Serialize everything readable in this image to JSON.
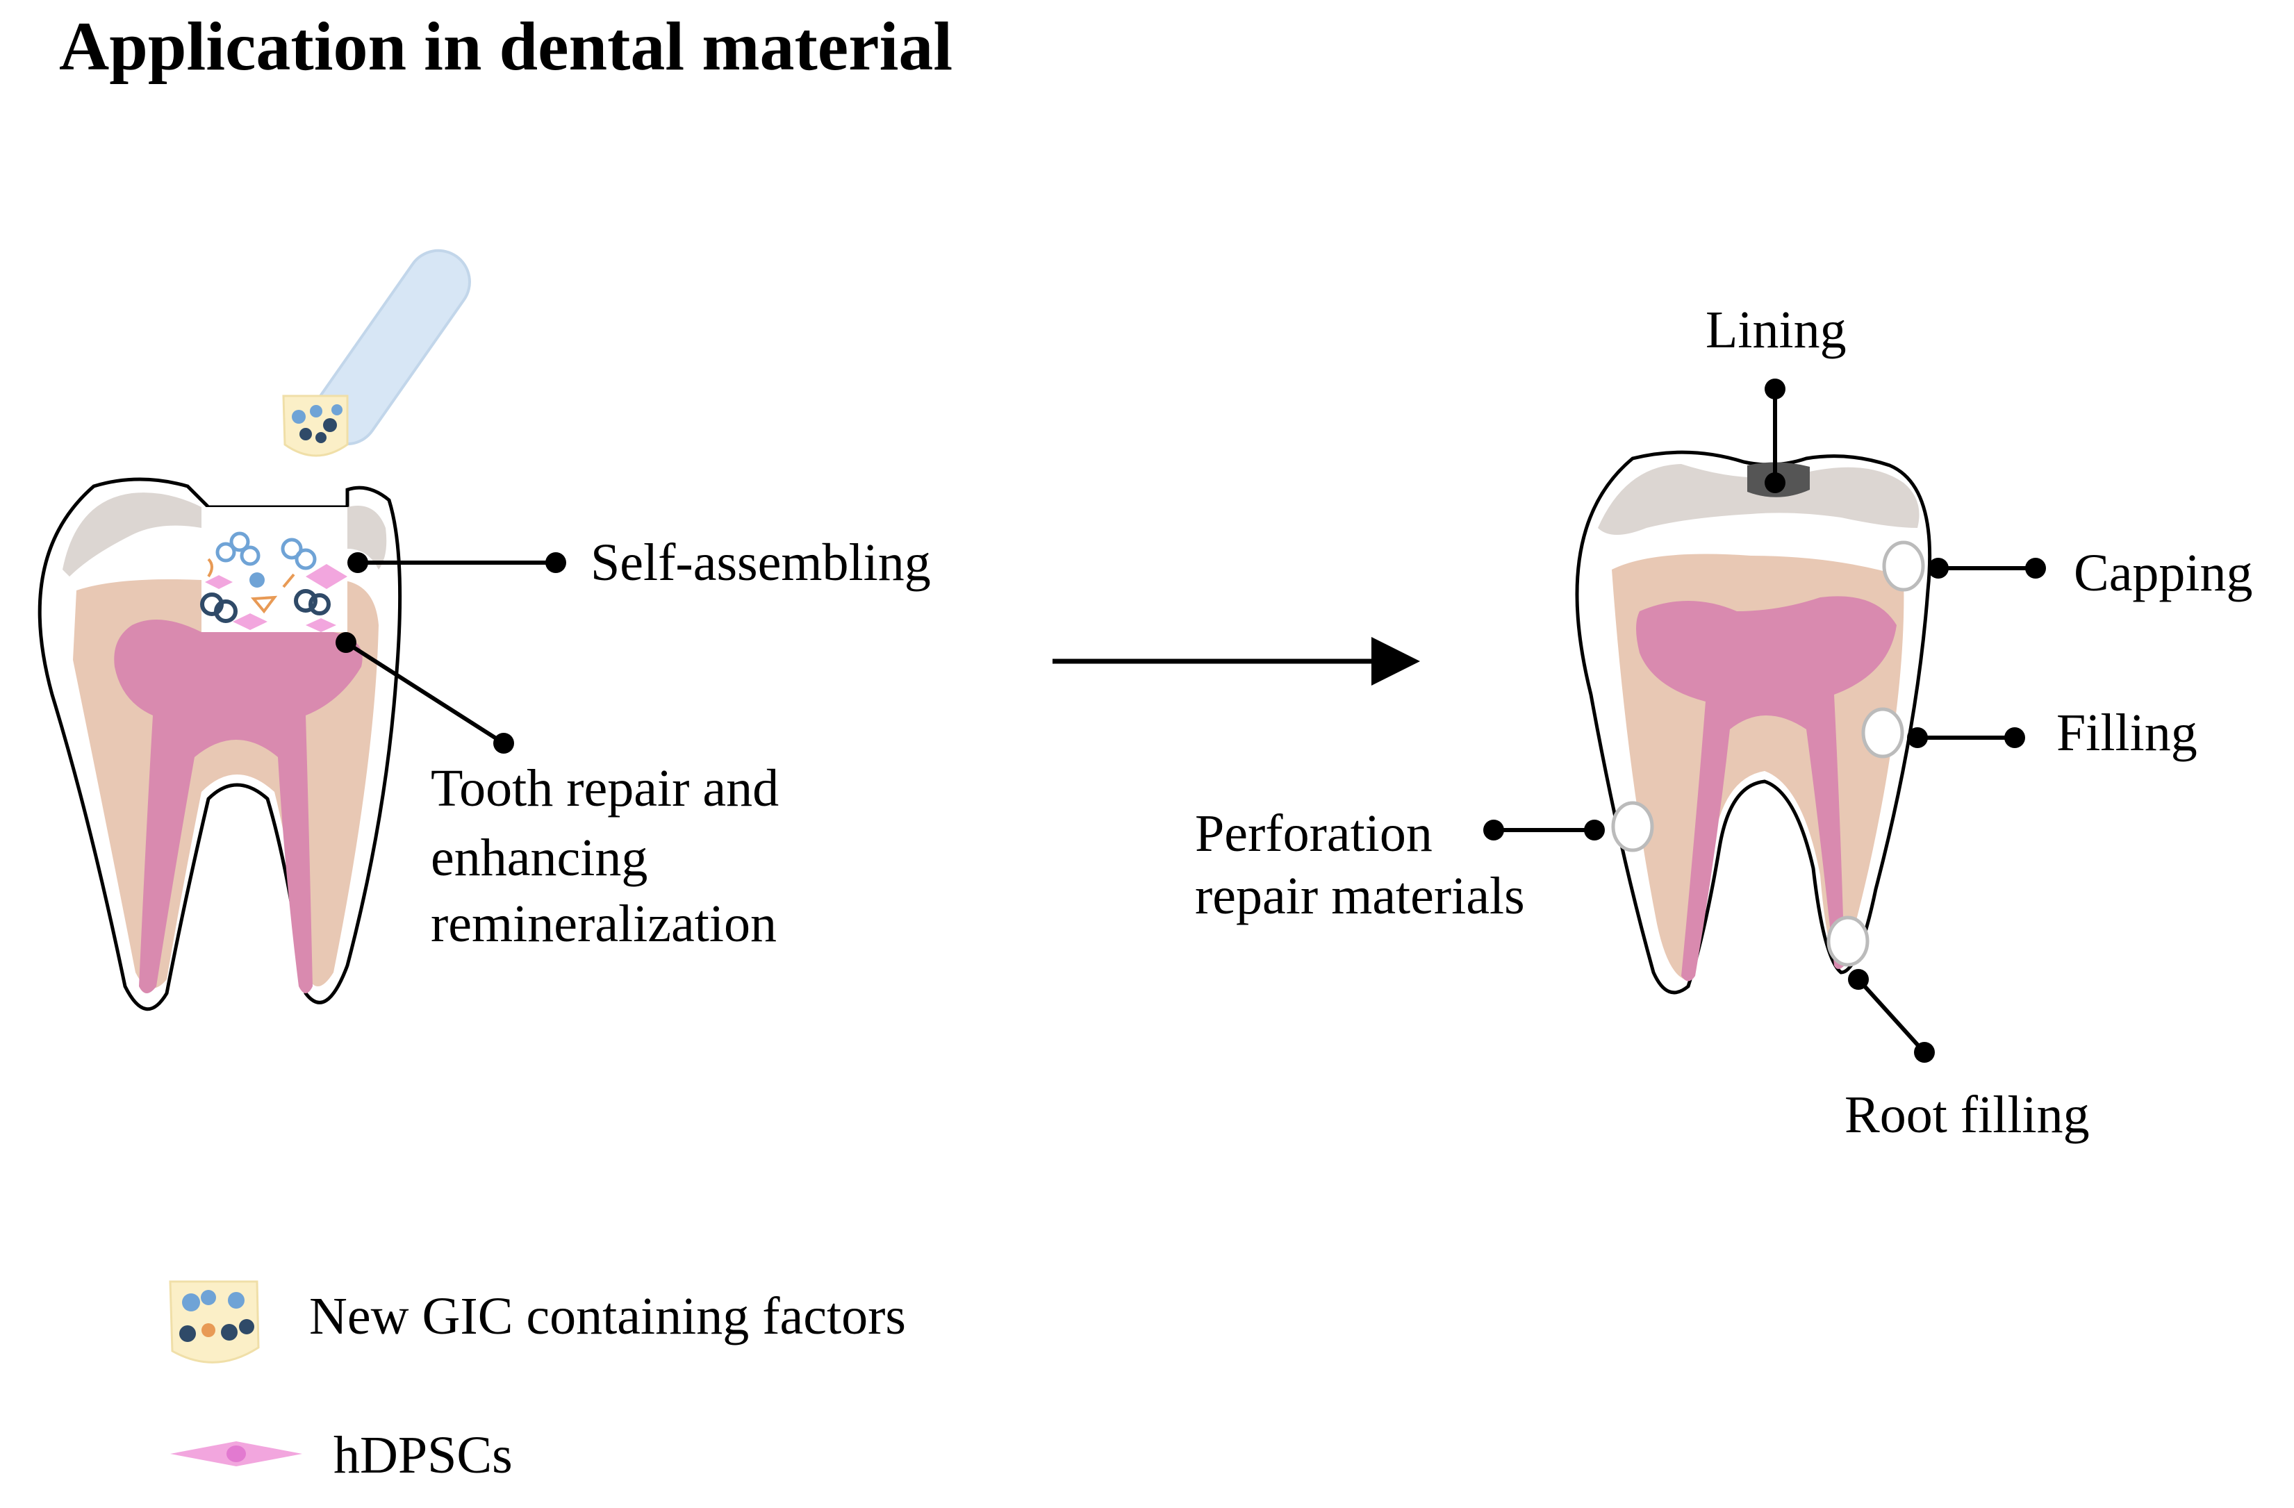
{
  "title": "Application in dental material",
  "left_tooth": {
    "labels": {
      "self_assembling": "Self-assembling",
      "repair_line1": "Tooth repair and",
      "repair_line2": "enhancing",
      "repair_line3": "remineralization"
    }
  },
  "right_tooth": {
    "labels": {
      "lining": "Lining",
      "capping": "Capping",
      "filling": "Filling",
      "perforation_line1": "Perforation",
      "perforation_line2": "repair materials",
      "root_filling": "Root filling"
    }
  },
  "legend": {
    "gic": "New GIC containing factors",
    "hdpsc": "hDPSCs"
  },
  "colors": {
    "enamel_gray": "#dcd6d2",
    "dentin_tan": "#e8c8b4",
    "pulp_pink": "#d98aaf",
    "gic_yellow": "#fbefc7",
    "applicator_blue": "#d7e6f5",
    "cell_pink": "#f2a6de",
    "particle_blue": "#6fa3d6",
    "particle_navy": "#2f4a68",
    "particle_orange": "#e89a55",
    "lining_dark": "#555555"
  }
}
